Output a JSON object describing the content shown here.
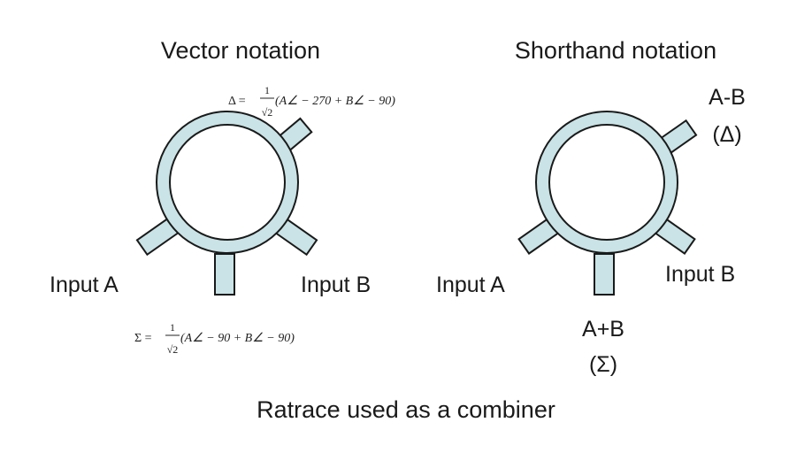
{
  "left": {
    "title": "Vector notation",
    "input_a": "Input A",
    "input_b": "Input B",
    "delta_eq": {
      "lhs": "Δ =",
      "num": "1",
      "den": "√2",
      "a_term": "(A∠ − 270 + ",
      "b_term": "B∠ − 90)"
    },
    "sigma_eq": {
      "lhs": "Σ =",
      "num": "1",
      "den": "√2",
      "a_term": "(A∠ − 90 + ",
      "b_term": "B∠ − 90)"
    }
  },
  "right": {
    "title": "Shorthand notation",
    "input_a": "Input A",
    "input_b": "Input B",
    "diff_label": "A-B",
    "diff_symbol": "(Δ)",
    "sum_label": "A+B",
    "sum_symbol": "(Σ)"
  },
  "caption": "Ratrace used as a combiner",
  "colors": {
    "ring_fill": "#c9e3e6",
    "outline": "#1a1a1a"
  }
}
